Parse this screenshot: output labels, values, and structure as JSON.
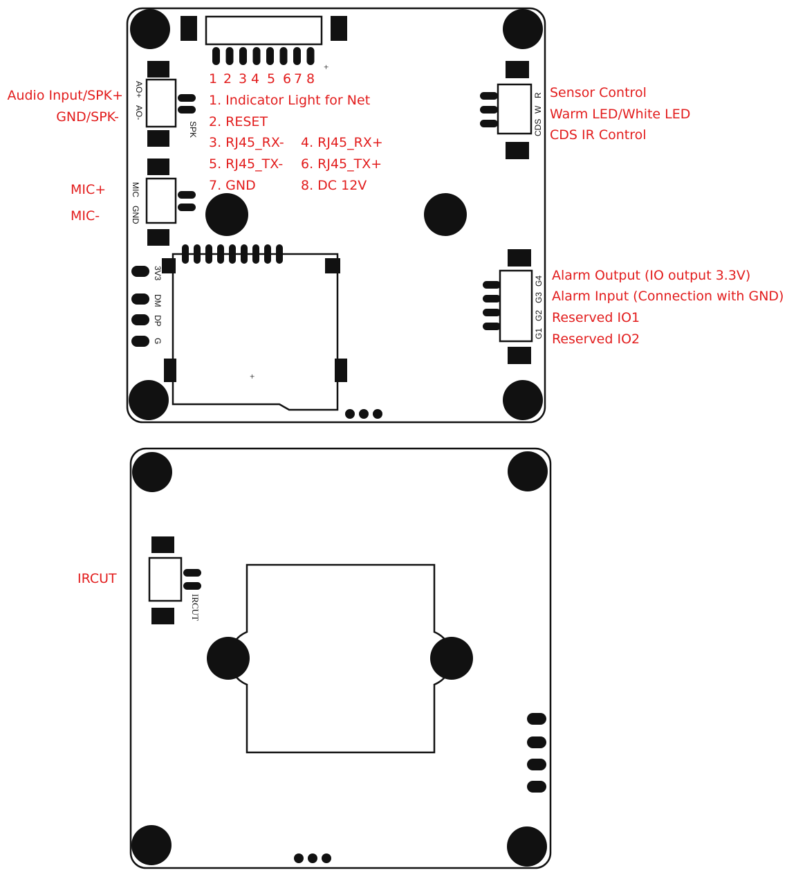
{
  "top_board": {
    "pin_numbers": [
      "1",
      "2",
      "3",
      "4",
      "5",
      "6",
      "7",
      "8"
    ],
    "pin_list": [
      "1. Indicator Light for Net",
      "2. RESET",
      "3. RJ45_RX-",
      "4. RJ45_RX+",
      "5. RJ45_TX-",
      "6. RJ45_TX+",
      "7. GND",
      "8. DC 12V"
    ],
    "audio_labels": [
      "Audio Input/SPK+",
      "GND/SPK-"
    ],
    "mic_labels": [
      "MIC+",
      "MIC-"
    ],
    "sensor_labels": [
      "Sensor Control",
      "Warm LED/White LED",
      "CDS IR Control"
    ],
    "alarm_labels": [
      "Alarm Output (IO output 3.3V)",
      "Alarm Input (Connection with GND)",
      "Reserved IO1",
      "Reserved IO2"
    ],
    "silkscreen": {
      "ao_plus": "AO+",
      "ao_minus": "AO-",
      "spk": "SPK",
      "mic": "MIC",
      "gnd": "GND",
      "r": "R",
      "w": "W",
      "cds": "CDS",
      "usb": [
        "3V3",
        "DM",
        "DP",
        "G"
      ],
      "gpio": [
        "G4",
        "G3",
        "G2",
        "G1"
      ],
      "plus": "+"
    }
  },
  "bottom_board": {
    "ircut_label": "IRCUT",
    "ircut_silk": "IRCUT"
  }
}
